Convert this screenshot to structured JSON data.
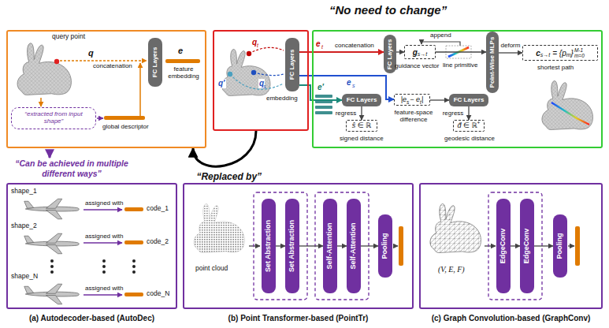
{
  "diagram": {
    "nodes": [
      {
        "text": [
          "query point",
          "q",
          "concatenation",
          "e",
          "feature embedding",
          "global descriptor"
        ]
      },
      {
        "text": [
          "FC Layers"
        ],
        "in": 0
      },
      {
        "text": [
          "“extracted from input shape”"
        ],
        "in": 0
      },
      {
        "text": [
          "q′",
          "q",
          "t",
          "q",
          "s",
          "embedding"
        ]
      },
      {
        "text": [
          "FC Layers"
        ],
        "in": 3
      },
      {
        "text": [
          "e",
          "t",
          "e",
          "s",
          "e′",
          "concatenation",
          "append",
          "line primitive"
        ]
      },
      {
        "text": [
          "FC Layers"
        ],
        "in": 5
      },
      {
        "text": [
          "g",
          "s→t",
          "guidance vector"
        ],
        "in": 5
      },
      {
        "text": [
          "Point-Wise MLPs"
        ],
        "in": 5
      },
      {
        "text": [
          "c",
          "s→t",
          "= {p",
          "m",
          "}",
          "M-1",
          "m=0",
          "shortest path"
        ],
        "in": 5
      },
      {
        "text": [
          "FC Layers"
        ],
        "in": 5
      },
      {
        "text": [
          "ŝ ∈ ℝ",
          "signed distance"
        ],
        "in": 5
      },
      {
        "text": [
          "|e",
          "s",
          "− e",
          "t",
          "|",
          "feature-space difference"
        ],
        "in": 5
      },
      {
        "text": [
          "FC Layers"
        ],
        "in": 5
      },
      {
        "text": [
          "d̂ ∈ ℝ",
          "+",
          "geodesic distance"
        ],
        "in": 5
      },
      {
        "text": [
          "shape_1",
          "assigned with",
          "code_1",
          "shape_2",
          "assigned with",
          "code_2",
          "shape_N",
          "assigned with",
          "code_N",
          "(a) Autodecoder-based (AutoDec)"
        ]
      },
      {
        "text": [
          "point cloud",
          "(b) Point Transformer-based (PointTr)"
        ]
      },
      {
        "text": [
          "Set Abstraction"
        ],
        "in": 16
      },
      {
        "text": [
          "Set Abstraction"
        ],
        "in": 16
      },
      {
        "text": [
          "Self-Attention"
        ],
        "in": 16
      },
      {
        "text": [
          "Self-Attention"
        ],
        "in": 16
      },
      {
        "text": [
          "Pooling"
        ],
        "in": 16
      },
      {
        "text": [
          "(V, E, F)",
          "(c) Graph Convolution-based (GraphConv)"
        ]
      },
      {
        "text": [
          "EdgeConv"
        ],
        "in": 22
      },
      {
        "text": [
          "EdgeConv"
        ],
        "in": 22
      },
      {
        "text": [
          "Pooling"
        ],
        "in": 22
      }
    ],
    "edges": [
      {
        "from": 3,
        "to": 0,
        "arrow": "to",
        "label": "“Replaced by”"
      },
      {
        "from": 4,
        "to": 6,
        "arrow": "to"
      },
      {
        "from": 4,
        "to": 12,
        "arrow": "to"
      },
      {
        "from": 4,
        "to": 10,
        "arrow": "to"
      },
      {
        "from": 6,
        "to": 7,
        "arrow": "to"
      },
      {
        "from": 7,
        "to": 8,
        "arrow": "to"
      },
      {
        "from": 8,
        "to": 9,
        "arrow": "to",
        "label": "deform"
      },
      {
        "from": 10,
        "to": 11,
        "arrow": "to",
        "label": "regress"
      },
      {
        "from": 12,
        "to": 13,
        "arrow": "to"
      },
      {
        "from": 13,
        "to": 14,
        "arrow": "to",
        "label": "regress"
      },
      {
        "from": 17,
        "to": 18,
        "arrow": "to"
      },
      {
        "from": 18,
        "to": 19,
        "arrow": "to"
      },
      {
        "from": 19,
        "to": 20,
        "arrow": "to"
      },
      {
        "from": 20,
        "to": 21,
        "arrow": "to"
      },
      {
        "from": 23,
        "to": 24,
        "arrow": "to"
      },
      {
        "from": 24,
        "to": 25,
        "arrow": "to"
      }
    ],
    "labels": [
      "“No need to change”",
      "“Can be achieved in multiple different ways”"
    ]
  }
}
